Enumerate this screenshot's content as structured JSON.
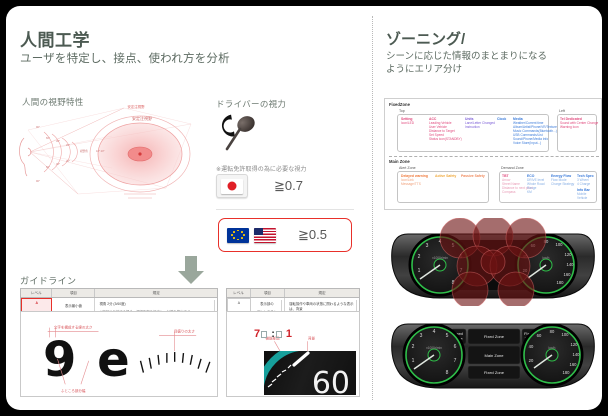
{
  "left": {
    "title": "人間工学",
    "subtitle": "ユーザを特定し、接点、使われ方を分析",
    "fov_section_label": "人間の視野特性",
    "fov_center_label": "安定注視野",
    "fov_tick_labels": [
      "10°",
      "20°",
      "30°",
      "60°",
      "90°"
    ],
    "fov_side_labels": [
      "視",
      "野",
      "角"
    ],
    "vision_section_label": "ドライバーの視力",
    "landolt_icon": "landolt-c-icon",
    "vision_note": "※運転免許取得の為に必要な視力",
    "acuity_rows": [
      {
        "region": "japan-flag",
        "value": "≧0.7"
      },
      {
        "region": "eu-us-flags",
        "value": "≧0.5"
      }
    ],
    "arrow_icon": "down-arrow-icon",
    "guideline_label": "ガイドライン",
    "table_a": {
      "headers": [
        "レベル",
        "項目",
        "規定"
      ],
      "rows": [
        {
          "level": "A",
          "item": "表示最小値",
          "spec_line1": "視角 2分 (3/60度)",
          "spec_line2": "※窓部や反射する場合、視認距離を設定し、計算を算出する。"
        }
      ]
    },
    "table_b": {
      "headers": [
        "レベル",
        "項目",
        "規定"
      ],
      "rows": [
        {
          "level": "A",
          "item_line1": "表示部の",
          "item_line2": "コントラスト",
          "spec_line1": "運転操作や車両の状態に関わるような表示は、背景",
          "spec_line2": "とのコントラスト比が 7：1 と同じ、又はそれ以上"
        }
      ]
    },
    "figure_a": {
      "glyphs": "9 e",
      "annot_top": "文字を構成する線の太さ",
      "annot_bottom": "ふところ部分幅",
      "annot_right": "目盛りの太さ"
    },
    "figure_b": {
      "ratio_left": "7",
      "ratio_sep": ":",
      "ratio_right": "1",
      "annot_left": "機能部品",
      "annot_right": "背景",
      "speed_value": "60"
    }
  },
  "right": {
    "title": "ゾーニング/",
    "subtitle_line1": "シーンに応じた情報のまとまりになる",
    "subtitle_line2": "ようにエリア分け",
    "fixed_zone": {
      "title": "FixedZone",
      "groups": [
        {
          "name": "Top",
          "columns": [
            {
              "head": "Setting",
              "head_color": "#e0487c",
              "items": [
                "Icon/LED"
              ]
            },
            {
              "head": "ACC",
              "head_color": "#e0487c",
              "items": [
                "Leading Vehicle",
                "User Vehicle",
                "Distance to Target",
                "Set Speed",
                "Status icon(STANDBY)"
              ]
            },
            {
              "head": "Units",
              "head_color": "#7a5cd6",
              "items": [
                "Lane/Letter Changed",
                "Instruction"
              ]
            },
            {
              "head": "Clock",
              "head_color": "#3a7ad9",
              "items": []
            },
            {
              "head": "Media",
              "head_color": "#3a7ad9",
              "items": [
                "Weather/Current time",
                "Album/Artist/Phone/VR/Texture",
                "Music Commands(Bluetooth...)",
                "USB Commands/List",
                "Sound/Phone/Media Info",
                "Voice Store(Input...)"
              ]
            }
          ]
        },
        {
          "name": "Left",
          "columns": [
            {
              "head": "Tel Dedicated",
              "head_color": "#e0487c",
              "items": [
                "Sound with Center Change",
                "Warning Icon"
              ]
            }
          ]
        }
      ]
    },
    "main_zone": {
      "title": "Main Zone",
      "groups": [
        {
          "name": "Alert Zone",
          "columns": [
            {
              "head": "Delayed warning",
              "head_color": "#f07a3c",
              "items": [
                "Icon/Link",
                "Message/TTS"
              ]
            },
            {
              "head": "Active Safety",
              "head_color": "#f0a93c",
              "items": []
            },
            {
              "head": "Passive Safety",
              "head_color": "#f08a5c",
              "items": []
            }
          ]
        },
        {
          "name": "Demand Zone",
          "columns": [
            {
              "head": "TBT",
              "head_color": "#e0487c",
              "items": [
                "Arrow",
                "Street Name",
                "Distance to next point",
                "Compass"
              ]
            },
            {
              "head": "ECO",
              "head_color": "#3a7ad9",
              "items": [
                "DRIVE level",
                "Whole Road",
                "Range",
                "KM"
              ]
            },
            {
              "head": "Energy Flow",
              "head_color": "#3a7ad9",
              "items": [
                "Flow Mode",
                "Charge Strategy"
              ]
            },
            {
              "head": "Tech Spec",
              "head_color": "#3a7ad9",
              "items": [
                "3 Wheel",
                "4 Charge"
              ]
            },
            {
              "head": "Info Bar",
              "head_color": "#3a7ad9",
              "items": [
                "Mobile",
                "Vehicle"
              ]
            }
          ]
        }
      ]
    },
    "cluster_top": {
      "name": "instrument-cluster-with-zone-circles",
      "tach_ticks": [
        "1",
        "2",
        "3",
        "4",
        "5",
        "6",
        "7",
        "8"
      ],
      "tach_unit": "x1000r/min",
      "speed_ticks": [
        "20",
        "40",
        "60",
        "80",
        "100",
        "120",
        "140",
        "160",
        "180"
      ],
      "speed_unit": "km/h"
    },
    "cluster_bottom": {
      "name": "instrument-cluster-with-zone-labels",
      "tach_ticks": [
        "1",
        "2",
        "3",
        "4",
        "5",
        "6",
        "7",
        "8"
      ],
      "tach_unit": "x1000r/min",
      "speed_ticks": [
        "20",
        "40",
        "60",
        "80",
        "100",
        "120",
        "140",
        "160",
        "180"
      ],
      "speed_unit": "km/h",
      "zone_labels": {
        "top": "Fixed Zone",
        "left": "Fixed Zone",
        "right": "Fixed Zone",
        "center": "Main Zone",
        "bottom": "Fixed Zone"
      }
    }
  },
  "colors": {
    "accent_red": "#e8302a",
    "heading": "#4c5a52",
    "arrow": "#9aa79c",
    "gauge_green": "#2fbf4a"
  }
}
